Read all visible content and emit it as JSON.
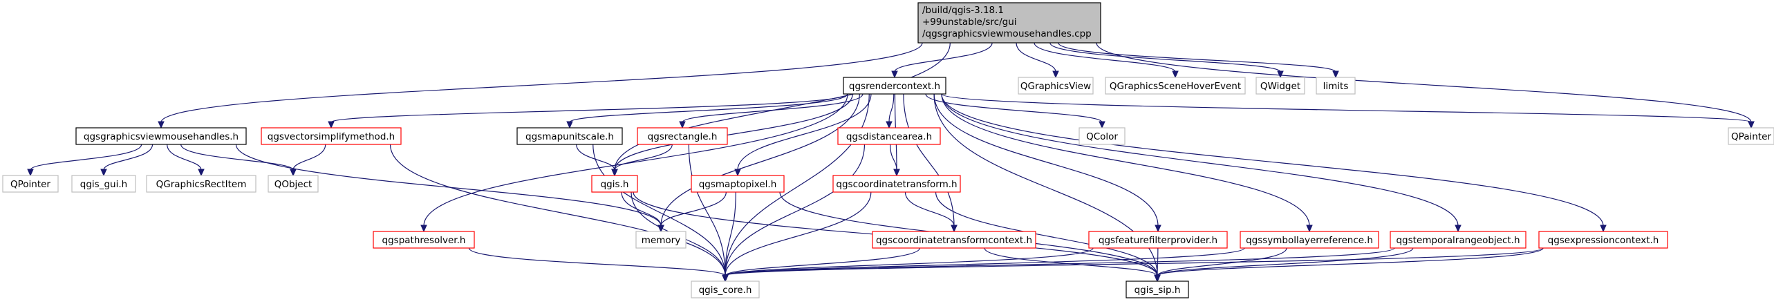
{
  "graph": {
    "title": "Include dependency graph for qgsgraphicsviewmousehandles.cpp",
    "root": {
      "id": "root",
      "lines": [
        "/build/qgis-3.18.1",
        "+99unstable/src/gui",
        "/qgsgraphicsviewmousehandles.cpp"
      ],
      "style": "root"
    },
    "nodes": [
      {
        "id": "rendercontext",
        "label": "qgsrendercontext.h",
        "style": "doc"
      },
      {
        "id": "qgraphicsview",
        "label": "QGraphicsView",
        "style": "ext"
      },
      {
        "id": "qgraphicsscenehover",
        "label": "QGraphicsSceneHoverEvent",
        "style": "ext"
      },
      {
        "id": "qwidget",
        "label": "QWidget",
        "style": "ext"
      },
      {
        "id": "limits",
        "label": "limits",
        "style": "ext"
      },
      {
        "id": "mousehandles_h",
        "label": "qgsgraphicsviewmousehandles.h",
        "style": "doc"
      },
      {
        "id": "vectorsimplify",
        "label": "qgsvectorsimplifymethod.h",
        "style": "missing"
      },
      {
        "id": "mapunitscale",
        "label": "qgsmapunitscale.h",
        "style": "doc"
      },
      {
        "id": "rectangle",
        "label": "qgsrectangle.h",
        "style": "missing"
      },
      {
        "id": "distancearea",
        "label": "qgsdistancearea.h",
        "style": "missing"
      },
      {
        "id": "qcolor",
        "label": "QColor",
        "style": "ext"
      },
      {
        "id": "qpainter",
        "label": "QPainter",
        "style": "ext"
      },
      {
        "id": "qpointer",
        "label": "QPointer",
        "style": "ext"
      },
      {
        "id": "qgis_gui",
        "label": "qgis_gui.h",
        "style": "ext"
      },
      {
        "id": "qgraphicsrectitem",
        "label": "QGraphicsRectItem",
        "style": "ext"
      },
      {
        "id": "qobject",
        "label": "QObject",
        "style": "ext"
      },
      {
        "id": "qgis_h",
        "label": "qgis.h",
        "style": "missing"
      },
      {
        "id": "maptopixel",
        "label": "qgsmaptopixel.h",
        "style": "missing"
      },
      {
        "id": "coordinatetransform",
        "label": "qgscoordinatetransform.h",
        "style": "missing"
      },
      {
        "id": "pathresolver",
        "label": "qgspathresolver.h",
        "style": "missing"
      },
      {
        "id": "memory",
        "label": "memory",
        "style": "ext"
      },
      {
        "id": "cttcontext",
        "label": "qgscoordinatetransformcontext.h",
        "style": "missing"
      },
      {
        "id": "featurefilter",
        "label": "qgsfeaturefilterprovider.h",
        "style": "missing"
      },
      {
        "id": "symbollayerref",
        "label": "qgssymbollayerreference.h",
        "style": "missing"
      },
      {
        "id": "temporalrange",
        "label": "qgstemporalrangeobject.h",
        "style": "missing"
      },
      {
        "id": "exprcontext",
        "label": "qgsexpressioncontext.h",
        "style": "missing"
      },
      {
        "id": "qgis_core",
        "label": "qgis_core.h",
        "style": "ext"
      },
      {
        "id": "qgis_sip",
        "label": "qgis_sip.h",
        "style": "doc"
      }
    ],
    "edges": [
      [
        "root",
        "rendercontext"
      ],
      [
        "root",
        "qgraphicsview"
      ],
      [
        "root",
        "qgraphicsscenehover"
      ],
      [
        "root",
        "qwidget"
      ],
      [
        "root",
        "limits"
      ],
      [
        "root",
        "mousehandles_h"
      ],
      [
        "root",
        "qgis_h"
      ],
      [
        "root",
        "qpainter"
      ],
      [
        "mousehandles_h",
        "qpointer"
      ],
      [
        "mousehandles_h",
        "qgis_gui"
      ],
      [
        "mousehandles_h",
        "qgraphicsrectitem"
      ],
      [
        "mousehandles_h",
        "qobject"
      ],
      [
        "mousehandles_h",
        "memory"
      ],
      [
        "rendercontext",
        "vectorsimplify"
      ],
      [
        "rendercontext",
        "mapunitscale"
      ],
      [
        "rendercontext",
        "rectangle"
      ],
      [
        "rendercontext",
        "distancearea"
      ],
      [
        "rendercontext",
        "qcolor"
      ],
      [
        "rendercontext",
        "qpainter"
      ],
      [
        "rendercontext",
        "qgis_h"
      ],
      [
        "rendercontext",
        "maptopixel"
      ],
      [
        "rendercontext",
        "coordinatetransform"
      ],
      [
        "rendercontext",
        "pathresolver"
      ],
      [
        "rendercontext",
        "memory"
      ],
      [
        "rendercontext",
        "cttcontext"
      ],
      [
        "rendercontext",
        "featurefilter"
      ],
      [
        "rendercontext",
        "symbollayerref"
      ],
      [
        "rendercontext",
        "temporalrange"
      ],
      [
        "rendercontext",
        "exprcontext"
      ],
      [
        "rendercontext",
        "qgis_core"
      ],
      [
        "rendercontext",
        "qgis_sip"
      ],
      [
        "vectorsimplify",
        "qobject"
      ],
      [
        "vectorsimplify",
        "qgis_core"
      ],
      [
        "mapunitscale",
        "qgis_h"
      ],
      [
        "mapunitscale",
        "qgis_core"
      ],
      [
        "rectangle",
        "qgis_h"
      ],
      [
        "rectangle",
        "qgis_core"
      ],
      [
        "distancearea",
        "coordinatetransform"
      ],
      [
        "distancearea",
        "qgis_core"
      ],
      [
        "qgis_h",
        "memory"
      ],
      [
        "qgis_h",
        "qgis_core"
      ],
      [
        "qgis_h",
        "qgis_sip"
      ],
      [
        "maptopixel",
        "memory"
      ],
      [
        "maptopixel",
        "qgis_core"
      ],
      [
        "maptopixel",
        "qgis_sip"
      ],
      [
        "coordinatetransform",
        "cttcontext"
      ],
      [
        "coordinatetransform",
        "qgis_core"
      ],
      [
        "coordinatetransform",
        "qgis_sip"
      ],
      [
        "pathresolver",
        "qgis_core"
      ],
      [
        "cttcontext",
        "qgis_core"
      ],
      [
        "cttcontext",
        "qgis_sip"
      ],
      [
        "featurefilter",
        "qgis_core"
      ],
      [
        "featurefilter",
        "qgis_sip"
      ],
      [
        "symbollayerref",
        "qgis_core"
      ],
      [
        "symbollayerref",
        "qgis_sip"
      ],
      [
        "temporalrange",
        "qgis_core"
      ],
      [
        "temporalrange",
        "qgis_sip"
      ],
      [
        "exprcontext",
        "qgis_core"
      ],
      [
        "exprcontext",
        "qgis_sip"
      ]
    ],
    "colors": {
      "edge": "#191970",
      "root_fill": "#bfbfbf",
      "doc_border": "#000000",
      "missing_border": "#ff0000",
      "ext_border": "#bfbfbf"
    }
  }
}
